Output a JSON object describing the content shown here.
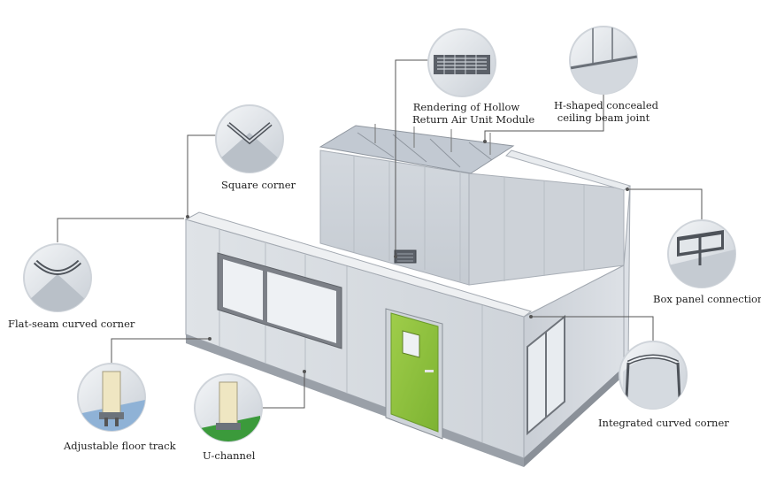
{
  "labels": {
    "hollow_line1": "Rendering of Hollow",
    "hollow_line2": "Return Air Unit Module",
    "beam_line1": "H-shaped concealed",
    "beam_line2": "ceiling beam joint",
    "square_corner": "Square corner",
    "flat_seam": "Flat-seam curved corner",
    "box_panel": "Box panel connection",
    "integrated": "Integrated curved corner",
    "floor_track": "Adjustable floor track",
    "u_channel": "U-channel"
  },
  "colors": {
    "wall": "#d9dde2",
    "wall_dark": "#b9bec5",
    "door": "#8fc43f",
    "window_frame": "#7c8087",
    "glass": "#e9edf1",
    "ceiling": "#c8ced6",
    "leader": "#555555",
    "base": "#9aa0a8"
  },
  "icons": [
    "square-corner-icon",
    "flat-seam-curved-corner-icon",
    "hollow-return-air-icon",
    "h-beam-joint-icon",
    "box-panel-connection-icon",
    "integrated-curved-corner-icon",
    "floor-track-icon",
    "u-channel-icon"
  ]
}
